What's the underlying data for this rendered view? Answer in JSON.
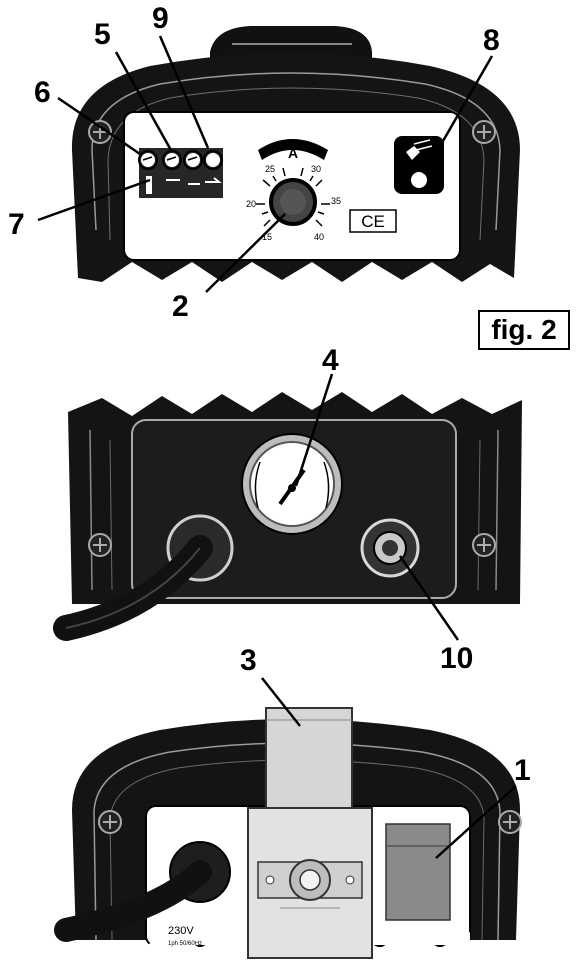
{
  "figure_label": "fig. 2",
  "callouts": {
    "c1": "1",
    "c2": "2",
    "c3": "3",
    "c4": "4",
    "c5": "5",
    "c6": "6",
    "c7": "7",
    "c8": "8",
    "c9": "9",
    "c10": "10"
  },
  "top_panel": {
    "dial_unit": "A",
    "dial_ticks": [
      "15",
      "20",
      "25",
      "30",
      "35",
      "40"
    ],
    "ce_mark": "CE"
  },
  "bottom_panel": {
    "voltage": "230V",
    "rating": "1ph 50/60Hz"
  }
}
